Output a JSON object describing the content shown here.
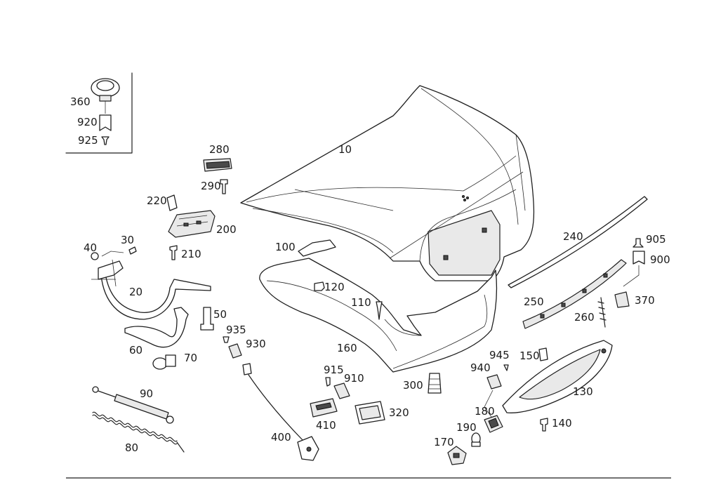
{
  "labels": {
    "p10": "10",
    "p20": "20",
    "p30": "30",
    "p40": "40",
    "p50": "50",
    "p60": "60",
    "p70": "70",
    "p80": "80",
    "p90": "90",
    "p100": "100",
    "p110": "110",
    "p120": "120",
    "p130": "130",
    "p140": "140",
    "p150": "150",
    "p160": "160",
    "p170": "170",
    "p180": "180",
    "p190": "190",
    "p200": "200",
    "p210": "210",
    "p220": "220",
    "p240": "240",
    "p250": "250",
    "p260": "260",
    "p280": "280",
    "p290": "290",
    "p300": "300",
    "p320": "320",
    "p360": "360",
    "p370": "370",
    "p400": "400",
    "p410": "410",
    "p900": "900",
    "p905": "905",
    "p910": "910",
    "p915": "915",
    "p920": "920",
    "p925": "925",
    "p930": "930",
    "p935": "935",
    "p940": "940",
    "p945": "945"
  },
  "colors": {
    "ink": "#1f1f1f",
    "fill": "#ffffff",
    "shade": "#e9e9e9",
    "dark": "#4a4a4a"
  }
}
